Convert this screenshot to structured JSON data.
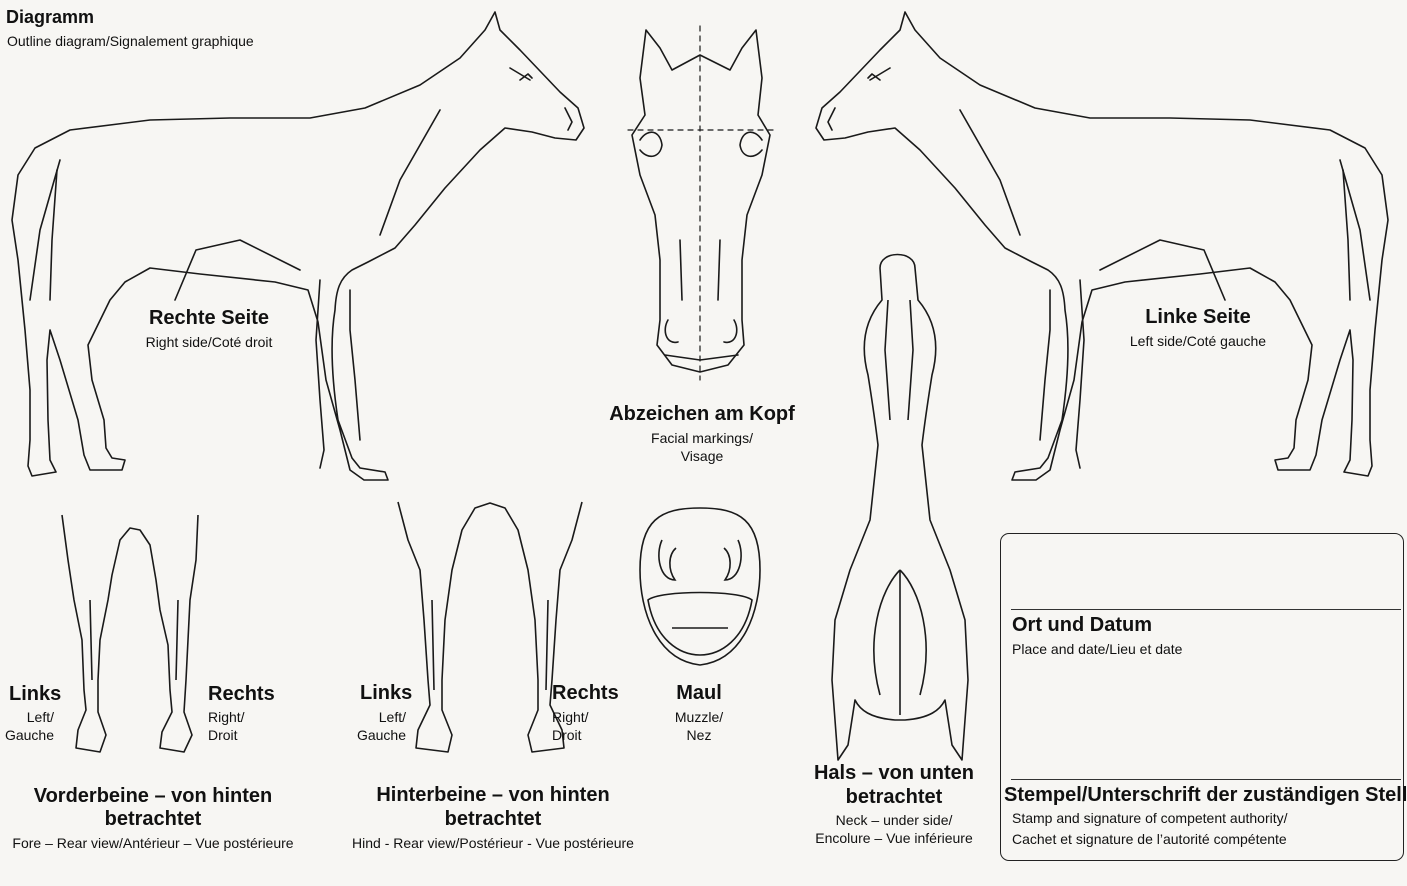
{
  "header": {
    "title": "Diagramm",
    "subtitle": "Outline diagram/Signalement graphique"
  },
  "right_side": {
    "title": "Rechte Seite",
    "subtitle": "Right side/Coté droit"
  },
  "left_side": {
    "title": "Linke Seite",
    "subtitle": "Left side/Coté gauche"
  },
  "head": {
    "title": "Abzeichen am Kopf",
    "subtitle_1": "Facial markings/",
    "subtitle_2": "Visage"
  },
  "muzzle": {
    "title": "Maul",
    "subtitle_1": "Muzzle/",
    "subtitle_2": "Nez"
  },
  "neck": {
    "title_1": "Hals – von unten",
    "title_2": "betrachtet",
    "subtitle_1": "Neck – under side/",
    "subtitle_2": "Encolure – Vue inférieure"
  },
  "forelegs": {
    "left_title": "Links",
    "left_sub_1": "Left/",
    "left_sub_2": "Gauche",
    "right_title": "Rechts",
    "right_sub_1": "Right/",
    "right_sub_2": "Droit",
    "title_1": "Vorderbeine – von hinten",
    "title_2": "betrachtet",
    "subtitle": "Fore – Rear view/Antérieur – Vue postérieure"
  },
  "hindlegs": {
    "left_title": "Links",
    "left_sub_1": "Left/",
    "left_sub_2": "Gauche",
    "right_title": "Rechts",
    "right_sub_1": "Right/",
    "right_sub_2": "Droit",
    "title_1": "Hinterbeine – von hinten",
    "title_2": "betrachtet",
    "subtitle": "Hind - Rear view/Postérieur - Vue postérieure"
  },
  "place_date": {
    "title": "Ort und Datum",
    "subtitle": "Place and date/Lieu et date"
  },
  "stamp": {
    "title": "Stempel/Unterschrift der zuständigen Stelle",
    "subtitle_1": "Stamp and signature of competent authority/",
    "subtitle_2": "Cachet et signature de l’autorité compétente"
  }
}
